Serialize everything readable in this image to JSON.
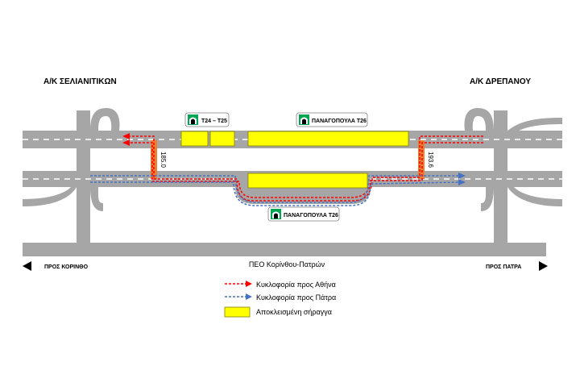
{
  "interchanges": {
    "left": "Α/Κ ΣΕΛΙΑΝΙΤΙΚΩΝ",
    "right": "Α/Κ ΔΡΕΠΑΝΟΥ"
  },
  "tunnels": {
    "t24_t25": "Τ24 – Τ25",
    "panagopoula_top": "ΠΑΝΑΓΟΠΟΥΛΑ Τ26",
    "panagopoula_bottom": "ΠΑΝΑΓΟΠΟΥΛΑ Τ26"
  },
  "chainage": {
    "left": "185.0",
    "right": "193.6"
  },
  "old_road": {
    "label": "ΠΕΟ Κορίνθου-Πατρών",
    "to_left": "ΠΡΟΣ ΚΟΡΙΝΘΟ",
    "to_right": "ΠΡΟΣ ΠΑΤΡΑ"
  },
  "legend": {
    "athens": "Κυκλοφορία προς Αθήνα",
    "patra": "Κυκλοφορία προς Πάτρα",
    "closed": "Αποκλεισμένη σήραγγα"
  },
  "colors": {
    "road": "#a6a6a6",
    "lane": "#ffffff",
    "tunnel": "#ffff00",
    "athens_route": "#ff0000",
    "patra_route": "#4472c4",
    "crossover": "#ed7d31",
    "sign_green": "#00a651"
  }
}
